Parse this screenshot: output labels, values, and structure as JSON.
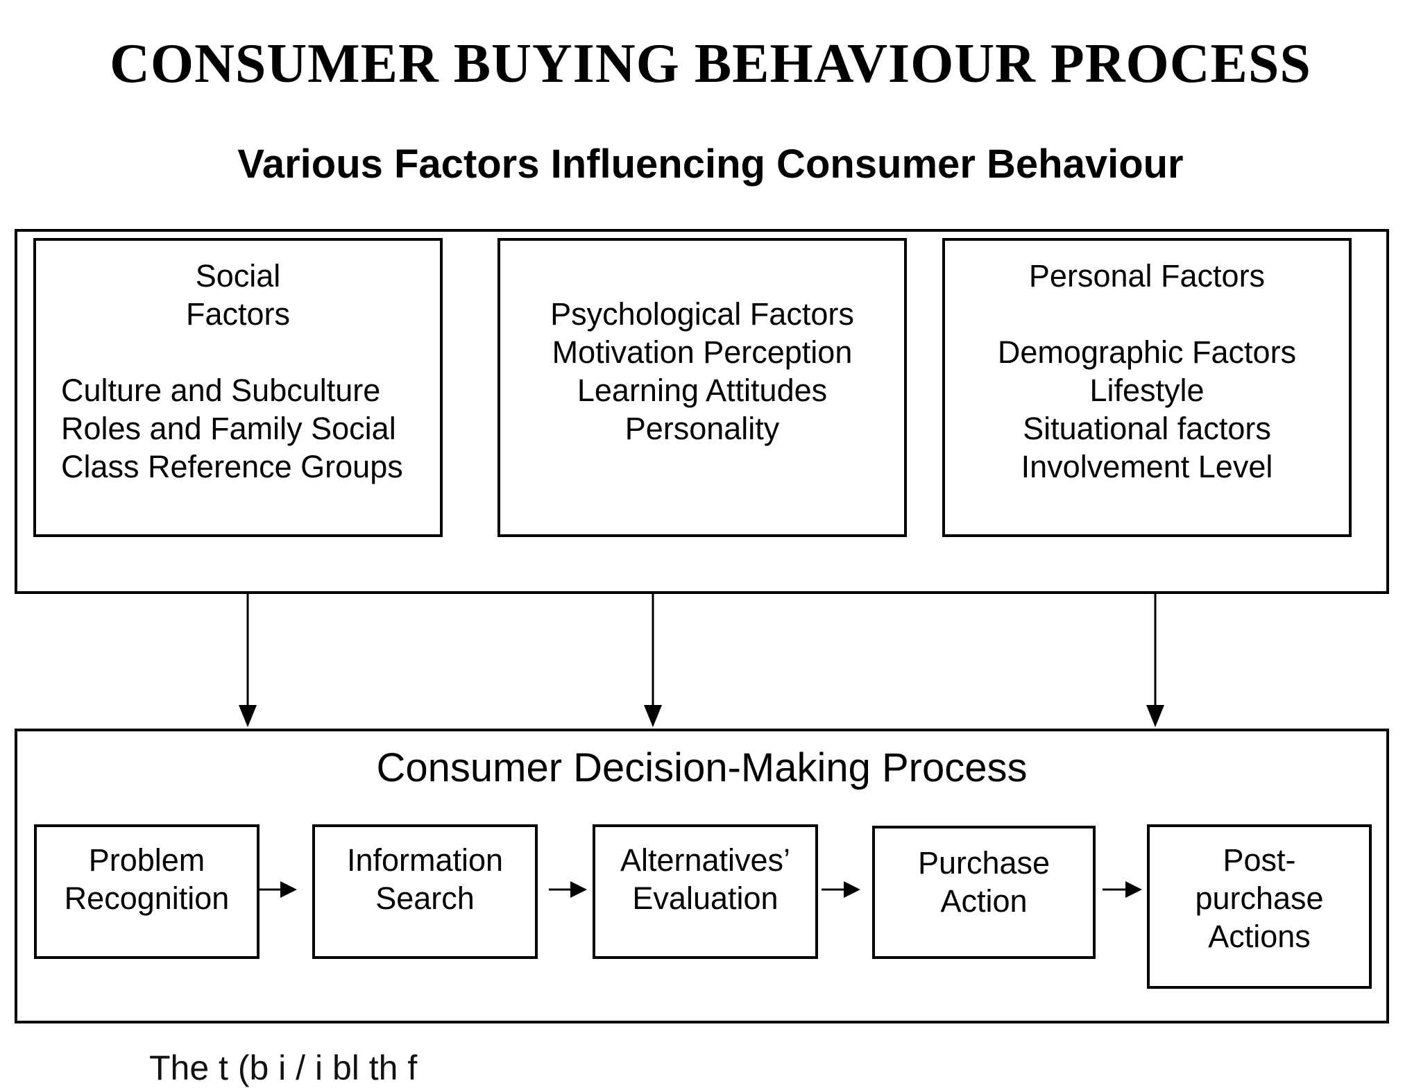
{
  "title": "CONSUMER BUYING BEHAVIOUR PROCESS",
  "subtitle": "Various Factors Influencing Consumer Behaviour",
  "factors": {
    "social": {
      "heading": [
        "Social",
        "Factors"
      ],
      "lines": [
        "Culture and Subculture",
        "Roles and Family Social",
        "Class Reference Groups"
      ]
    },
    "psychological": {
      "lines": [
        "Psychological Factors",
        "Motivation Perception",
        "Learning Attitudes",
        "Personality"
      ]
    },
    "personal": {
      "heading": [
        "Personal Factors"
      ],
      "lines": [
        "Demographic Factors",
        "Lifestyle",
        "Situational factors",
        "Involvement Level"
      ]
    }
  },
  "process": {
    "title": "Consumer Decision-Making Process",
    "steps": [
      [
        "Problem",
        "Recognition"
      ],
      [
        "Information",
        "Search"
      ],
      [
        "Alternatives’",
        "Evaluation"
      ],
      [
        "Purchase",
        "Action"
      ],
      [
        "Post-",
        "purchase",
        "Actions"
      ]
    ]
  },
  "footer_fragment": "The t        (b  i    /          i                  bl  th f"
}
